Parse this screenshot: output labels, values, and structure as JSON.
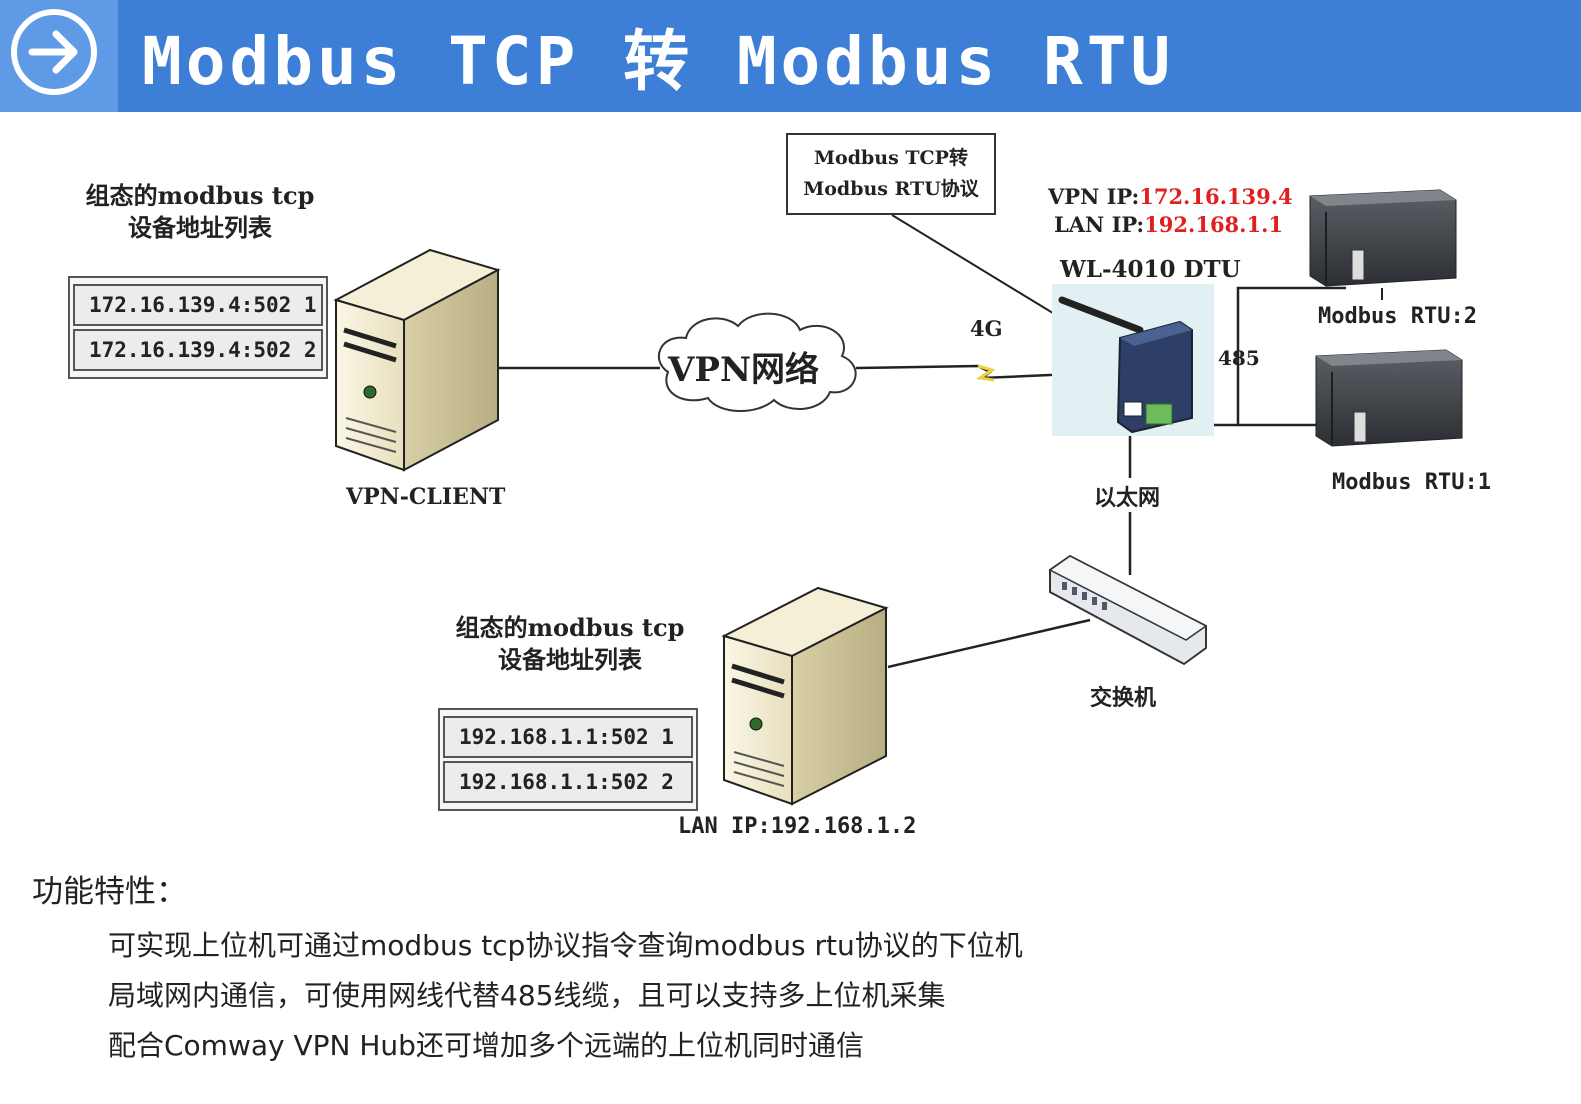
{
  "header": {
    "title": "Modbus TCP 转 Modbus RTU"
  },
  "diagram": {
    "client_caption_line1": "组态的modbus tcp",
    "client_caption_line2": "设备地址列表",
    "client_addresses": [
      "172.16.139.4:502 1",
      "172.16.139.4:502 2"
    ],
    "client_label": "VPN-CLIENT",
    "cloud_label": "VPN网络",
    "signal_label": "4G",
    "protocol_box_line1": "Modbus TCP转",
    "protocol_box_line2": "Modbus RTU协议",
    "vpn_ip_label": "VPN IP:",
    "vpn_ip_value": "172.16.139.4",
    "lan_ip_label": "LAN IP:",
    "lan_ip_value": "192.168.1.1",
    "dtu_label": "WL-4010 DTU",
    "bus_label": "485",
    "rtu2_label": "Modbus RTU:2",
    "rtu1_label": "Modbus RTU:1",
    "ethernet_label": "以太网",
    "switch_label": "交换机",
    "lan_caption_line1": "组态的modbus tcp",
    "lan_caption_line2": "设备地址列表",
    "lan_addresses": [
      "192.168.1.1:502 1",
      "192.168.1.1:502 2"
    ],
    "lan_server_label": "LAN IP:192.168.1.2"
  },
  "features": {
    "title": "功能特性：",
    "lines": [
      "可实现上位机可通过modbus tcp协议指令查询modbus rtu协议的下位机",
      "局域网内通信，可使用网线代替485线缆，且可以支持多上位机采集",
      "配合Comway VPN Hub还可增加多个远端的上位机同时通信"
    ]
  },
  "colors": {
    "header_blue": "#3d7fd6",
    "header_light": "#5f9ae6",
    "ip_red": "#e02020"
  }
}
